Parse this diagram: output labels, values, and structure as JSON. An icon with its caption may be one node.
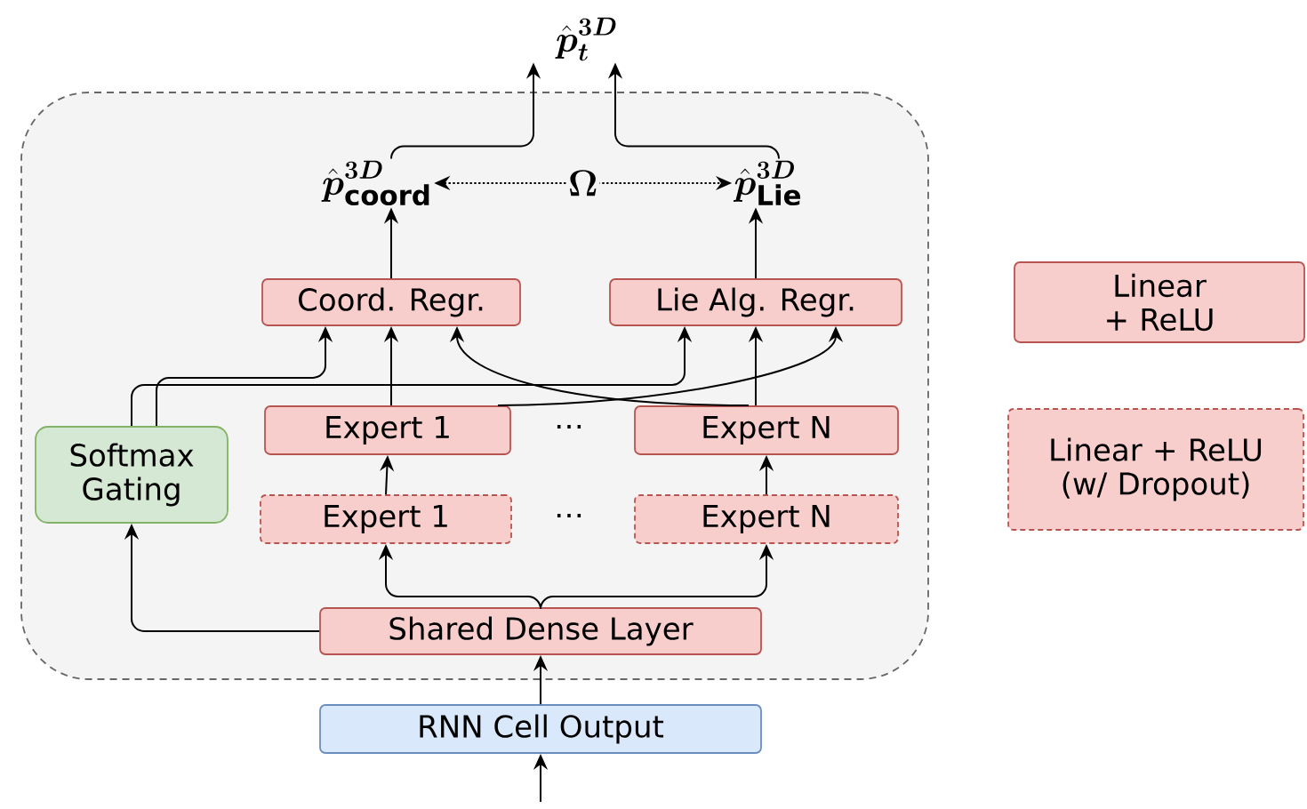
{
  "diagram": {
    "nodes": [
      {
        "text": [],
        "shape": "box"
      },
      {
        "text": [
          "\\hat{\\boldsymbol{p}}_{\\boldsymbol{t}}^{\\boldsymbol{3D}}"
        ]
      },
      {
        "text": [
          "\\hat{\\boldsymbol{p}}^{\\boldsymbol{3D}}_{\\textbf{coord}}"
        ],
        "in": 0
      },
      {
        "text": [
          "\\hat{\\boldsymbol{p}}^{\\boldsymbol{3D}}_{\\textbf{Lie}}"
        ],
        "in": 0
      },
      {
        "text": [
          "Coord. Regr."
        ],
        "in": 0
      },
      {
        "text": [
          "Lie Alg. Regr."
        ],
        "in": 0
      },
      {
        "text": [
          "Softmax Gating"
        ],
        "in": 0
      },
      {
        "text": [
          "Expert 1"
        ],
        "in": 0
      },
      {
        "text": [
          "Expert N"
        ],
        "in": 0
      },
      {
        "text": [
          "Expert 1"
        ],
        "in": 0
      },
      {
        "text": [
          "Expert N"
        ],
        "in": 0
      },
      {
        "text": [
          "Shared Dense Layer"
        ],
        "in": 0
      },
      {
        "text": [
          "RNN Cell Output"
        ]
      }
    ],
    "edges": [
      {
        "from": null,
        "to": 12,
        "arrow": "to"
      },
      {
        "from": 12,
        "to": 11,
        "arrow": "to"
      },
      {
        "from": 11,
        "to": 6,
        "arrow": "to"
      },
      {
        "from": 11,
        "to": 9,
        "arrow": "to"
      },
      {
        "from": 11,
        "to": 10,
        "arrow": "to"
      },
      {
        "from": 9,
        "to": 7,
        "arrow": "to"
      },
      {
        "from": 10,
        "to": 8,
        "arrow": "to"
      },
      {
        "from": 6,
        "to": 4,
        "arrow": "to"
      },
      {
        "from": 6,
        "to": 5,
        "arrow": "to"
      },
      {
        "from": 7,
        "to": 4,
        "arrow": "to"
      },
      {
        "from": 7,
        "to": 5,
        "arrow": "to"
      },
      {
        "from": 8,
        "to": 5,
        "arrow": "to"
      },
      {
        "from": 8,
        "to": 4,
        "arrow": "to"
      },
      {
        "from": 4,
        "to": 2,
        "arrow": "to"
      },
      {
        "from": 5,
        "to": 3,
        "arrow": "to"
      },
      {
        "from": 2,
        "to": 1,
        "arrow": "to"
      },
      {
        "from": 3,
        "to": 1,
        "arrow": "to"
      },
      {
        "from": 2,
        "to": 3,
        "arrow": "both",
        "style": "dashed",
        "label": "\\boldsymbol{\\Omega}"
      }
    ],
    "labels": [
      "…",
      "…"
    ],
    "legend": [
      {
        "text": "Linear + ReLU"
      },
      {
        "text": "Linear + ReLU (w/ Dropout)"
      }
    ]
  }
}
